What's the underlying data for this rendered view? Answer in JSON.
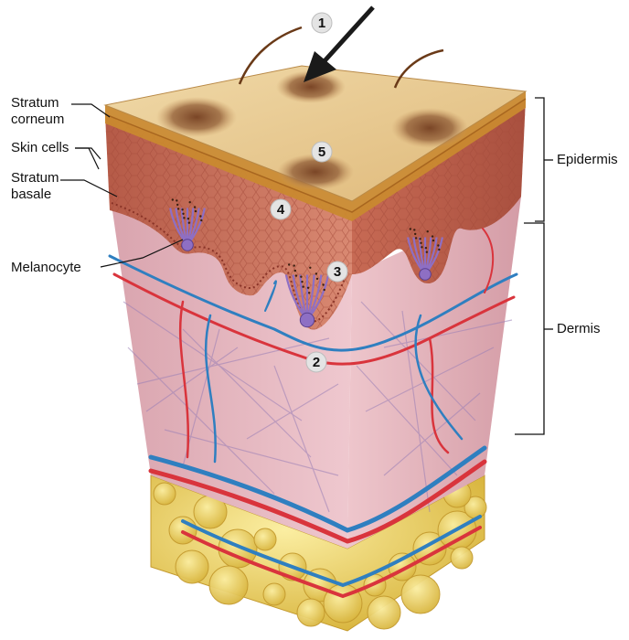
{
  "labels": {
    "stratum_corneum": [
      "Stratum",
      "corneum"
    ],
    "skin_cells": "Skin cells",
    "stratum_basale": [
      "Stratum",
      "basale"
    ],
    "melanocyte": "Melanocyte",
    "epidermis": "Epidermis",
    "dermis": "Dermis"
  },
  "markers": [
    "1",
    "2",
    "3",
    "4",
    "5"
  ],
  "colors": {
    "surface": "#e9c98f",
    "surface_light": "#f3dcae",
    "spot": "#8a5a34",
    "corneum": "#c9892f",
    "epidermis": "#c8725e",
    "dermis": "#e8b9c1",
    "fat": "#e8cd63",
    "artery": "#d9343c",
    "vein": "#2f7fc0",
    "fibers": "#9a7fb6",
    "melanocyte": "#8e6fc4",
    "badge": "#e4e4e4"
  },
  "icons": [
    "arrow-icon",
    "hair-icon"
  ]
}
